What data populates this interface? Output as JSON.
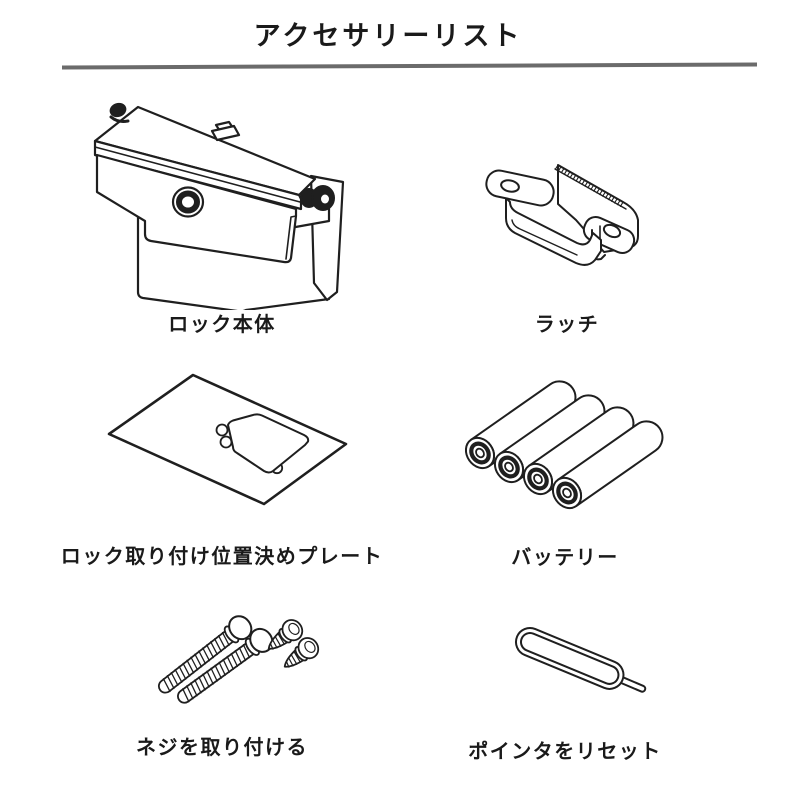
{
  "page": {
    "title": "アクセサリーリスト",
    "background_color": "#ffffff",
    "title_color": "#1a1a1a",
    "divider_color": "#6b6b6b",
    "line_art_color": "#1f1f1f"
  },
  "items": [
    {
      "id": "lock-body",
      "label": "ロック本体",
      "illustration": "lock-body-line-drawing"
    },
    {
      "id": "latch",
      "label": "ラッチ",
      "illustration": "latch-bracket-line-drawing"
    },
    {
      "id": "positioning-plate",
      "label": "ロック取り付け位置決めプレート",
      "illustration": "mounting-template-plate-line-drawing"
    },
    {
      "id": "batteries",
      "label": "バッテリー",
      "illustration": "four-batteries-line-drawing"
    },
    {
      "id": "screws",
      "label": "ネジを取り付ける",
      "illustration": "mounting-screws-line-drawing"
    },
    {
      "id": "reset-pin",
      "label": "ポインタをリセット",
      "illustration": "reset-pin-tool-line-drawing"
    }
  ]
}
